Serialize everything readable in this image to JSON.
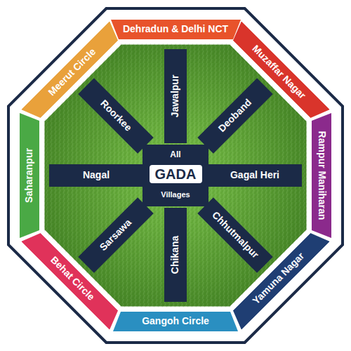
{
  "diagram": {
    "nodes": [
      {
        "text": [
          "Dehradun & Delhi NCT"
        ]
      },
      {
        "text": [
          "Muzaffar Nagar"
        ]
      },
      {
        "text": [
          "Rampur Maniharan"
        ]
      },
      {
        "text": [
          "Yamuna Nagar"
        ]
      },
      {
        "text": [
          "Gangoh Circle"
        ]
      },
      {
        "text": [
          "Behat Circle"
        ]
      },
      {
        "text": [
          "Saharanpur"
        ]
      },
      {
        "text": [
          "Meerut Circle"
        ]
      },
      {
        "text": [
          "Jawalpur"
        ]
      },
      {
        "text": [
          "Deoband"
        ]
      },
      {
        "text": [
          "Gagal Heri"
        ]
      },
      {
        "text": [
          "Chhutmalpur"
        ]
      },
      {
        "text": [
          "Chikana"
        ]
      },
      {
        "text": [
          "Sarsawa"
        ]
      },
      {
        "text": [
          "Nagal"
        ]
      },
      {
        "text": [
          "Roorkee"
        ]
      },
      {
        "text": [
          "GADA"
        ]
      }
    ],
    "labels": [
      "All",
      "Villages"
    ]
  }
}
